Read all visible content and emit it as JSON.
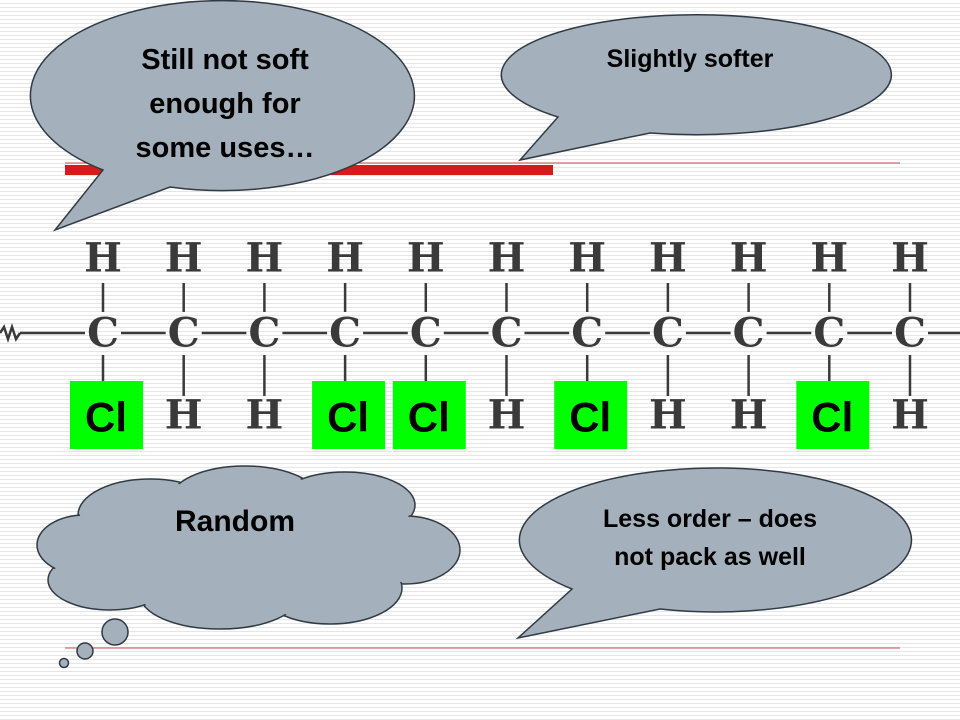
{
  "chain": {
    "top_atoms": [
      "H",
      "H",
      "H",
      "H",
      "H",
      "H",
      "H",
      "H",
      "H",
      "H",
      "H"
    ],
    "backbone_atoms": [
      "C",
      "C",
      "C",
      "C",
      "C",
      "C",
      "C",
      "C",
      "C",
      "C",
      "C"
    ],
    "bottom_atoms": [
      "Cl",
      "H",
      "H",
      "Cl",
      "Cl",
      "H",
      "Cl",
      "H",
      "H",
      "Cl",
      "H"
    ]
  },
  "callouts": {
    "top_left": [
      "Still not soft",
      "enough for",
      "some uses…"
    ],
    "top_right": "Slightly softer",
    "thought_cloud": "Random",
    "bottom_right": [
      "Less order – does",
      "not pack as well"
    ]
  },
  "colors": {
    "bubble_fill": "#a4b0bb",
    "bubble_stroke": "#2f3a44",
    "chlorine_box": "#00ff00",
    "red_bar": "#d61b1b",
    "divider_line": "#c0504d",
    "atom_text": "#3a3a3a"
  }
}
